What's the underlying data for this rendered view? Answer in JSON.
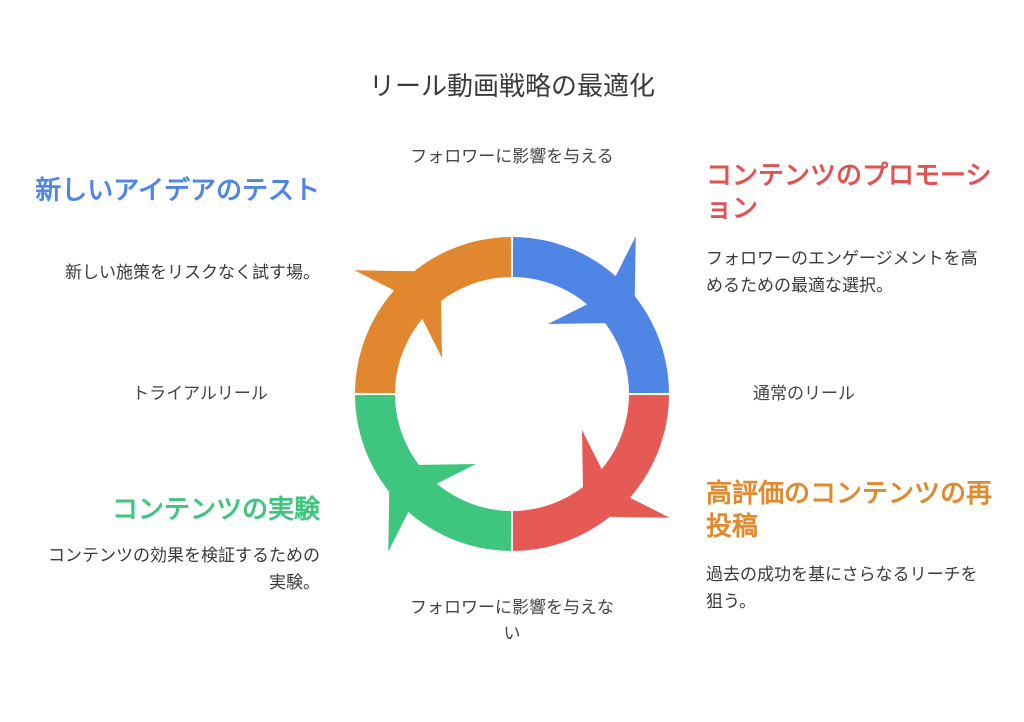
{
  "title": "リール動画戦略の最適化",
  "axis": {
    "top": "フォロワーに影響を与える",
    "bottom": "フォロワーに影響を与えない",
    "left": "トライアルリール",
    "right": "通常のリール"
  },
  "quadrants": {
    "top_right": {
      "heading": "コンテンツのプロモーション",
      "description": "フォロワーのエンゲージメントを高めるための最適な選択。",
      "color": "#4F86E6",
      "heading_color": "#E05353"
    },
    "bottom_right": {
      "heading": "高評価のコンテンツの再投稿",
      "description": "過去の成功を基にさらなるリーチを狙う。",
      "color": "#E55A55",
      "heading_color": "#E08A2E"
    },
    "bottom_left": {
      "heading": "コンテンツの実験",
      "description": "コンテンツの効果を検証するための実験。",
      "color": "#3EC67F",
      "heading_color": "#3EC67F"
    },
    "top_left": {
      "heading": "新しいアイデアのテスト",
      "description": "新しい施策をリスクなく試す場。",
      "color": "#E0872F",
      "heading_color": "#4F86E6"
    }
  }
}
